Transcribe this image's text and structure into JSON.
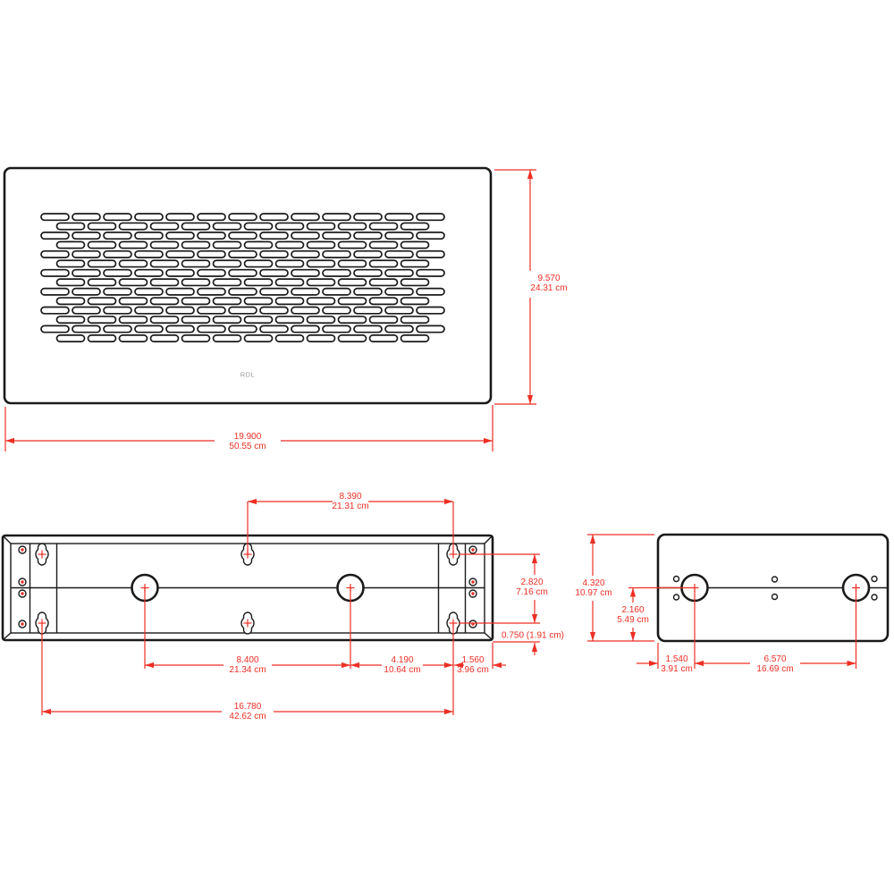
{
  "brand_label": "RDL",
  "colors": {
    "dimension_red": "#ee2e24",
    "line_black": "#1a1a1a",
    "brand_gray": "#979797"
  },
  "views": {
    "front_panel": {
      "height": {
        "in": "9.570",
        "cm": "24.31 cm"
      },
      "width": {
        "in": "19.900",
        "cm": "50.55 cm"
      },
      "vent": {
        "rows": 14,
        "slots_full_row": 13,
        "slots_offset_row": 12
      }
    },
    "rear": {
      "top_keyhole_span": {
        "in": "8.390",
        "cm": "21.31 cm"
      },
      "keyhole_row_spacing": {
        "in": "2.820",
        "cm": "7.16 cm"
      },
      "keyhole_edge_offset": "0.750 (1.91 cm)",
      "circle_spacing": {
        "in": "8.400",
        "cm": "21.34 cm"
      },
      "circle_to_keyhole": {
        "in": "4.190",
        "cm": "10.64 cm"
      },
      "keyhole_to_edge": {
        "in": "1.560",
        "cm": "3.96 cm"
      },
      "bottom_keyhole_span": {
        "in": "16.780",
        "cm": "42.62 cm"
      }
    },
    "side": {
      "height": {
        "in": "4.320",
        "cm": "10.97 cm"
      },
      "centerline_height": {
        "in": "2.160",
        "cm": "5.49 cm"
      },
      "edge_to_circle": {
        "in": "1.540",
        "cm": "3.91 cm"
      },
      "circle_spacing": {
        "in": "6.570",
        "cm": "16.69 cm"
      }
    }
  }
}
